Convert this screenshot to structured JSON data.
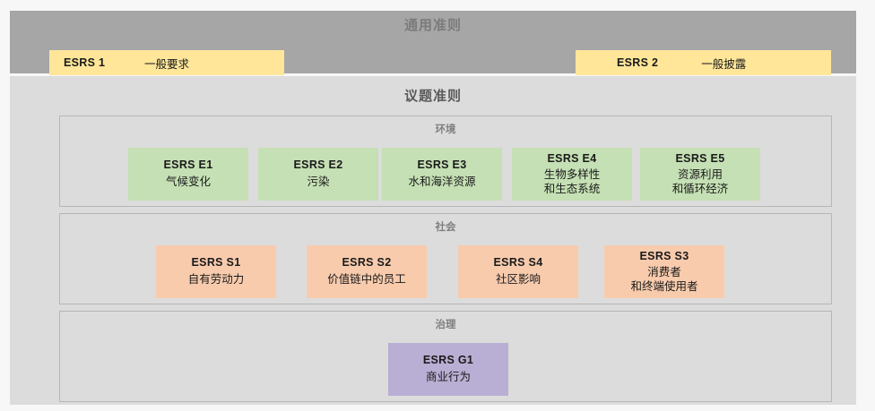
{
  "general_band": {
    "title": "通用准则",
    "standards": [
      {
        "code": "ESRS 1",
        "name": "一般要求"
      },
      {
        "code": "ESRS 2",
        "name": "一般披露"
      }
    ]
  },
  "topical_band": {
    "title": "议题准则",
    "categories": [
      {
        "key": "environment",
        "label": "环境",
        "color": "#c5e0b4",
        "standards": [
          {
            "code": "ESRS E1",
            "name": "气候变化"
          },
          {
            "code": "ESRS E2",
            "name": "污染"
          },
          {
            "code": "ESRS E3",
            "name": "水和海洋资源"
          },
          {
            "code": "ESRS E4",
            "name": "生物多样性\n和生态系统"
          },
          {
            "code": "ESRS E5",
            "name": "资源利用\n和循环经济"
          }
        ]
      },
      {
        "key": "social",
        "label": "社会",
        "color": "#f8cbad",
        "standards": [
          {
            "code": "ESRS S1",
            "name": "自有劳动力"
          },
          {
            "code": "ESRS S2",
            "name": "价值链中的员工"
          },
          {
            "code": "ESRS S4",
            "name": "社区影响"
          },
          {
            "code": "ESRS S3",
            "name": "消费者\n和终端使用者"
          }
        ]
      },
      {
        "key": "governance",
        "label": "治理",
        "color": "#b9aed3",
        "standards": [
          {
            "code": "ESRS G1",
            "name": "商业行为"
          }
        ]
      }
    ]
  },
  "colors": {
    "general_band_bg": "#a6a6a6",
    "topical_band_bg": "#dcdcdc",
    "pill_bg": "#ffe699",
    "page_bg": "#f7f7f7",
    "panel_border": "#b6b6b6"
  }
}
